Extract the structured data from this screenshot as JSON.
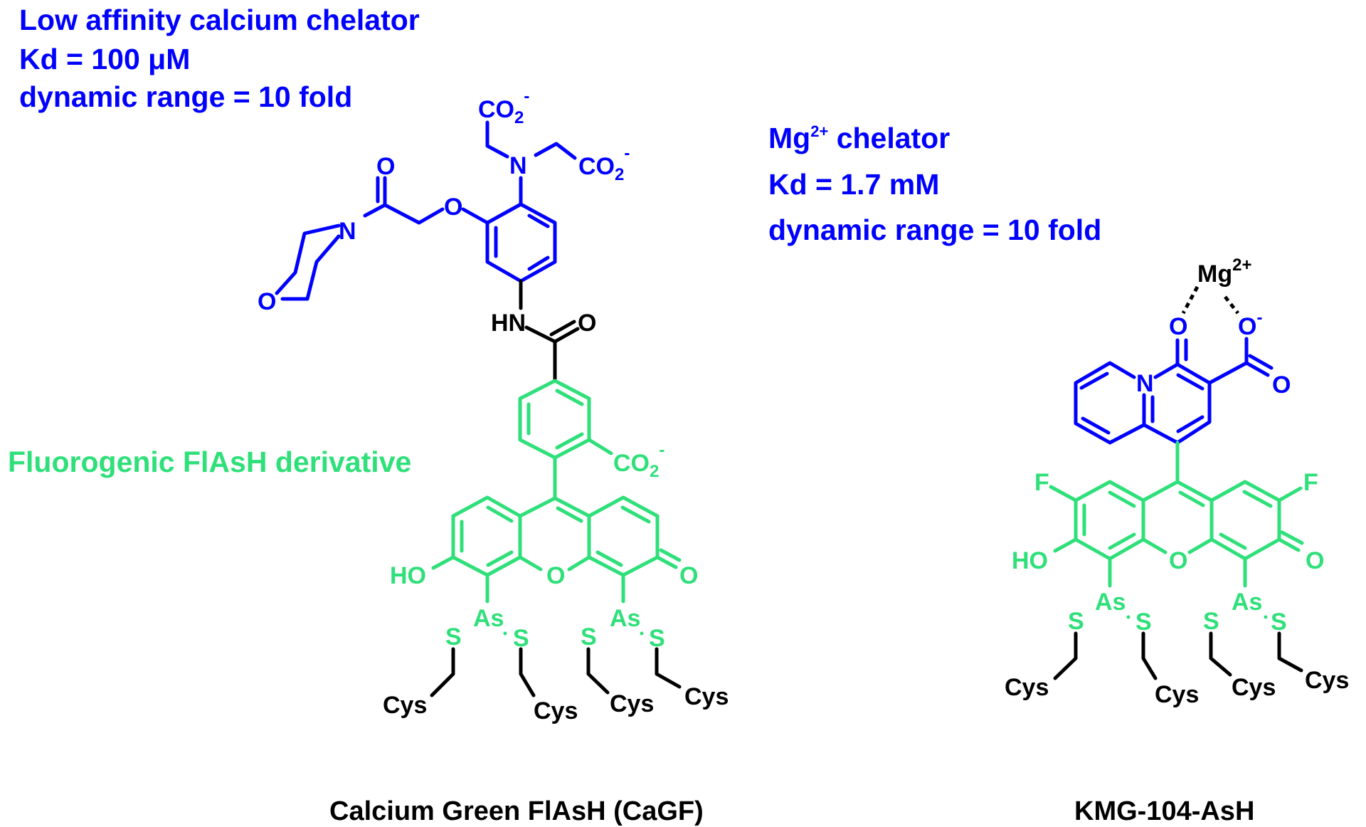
{
  "left_panel": {
    "annotation": {
      "line1": "Low affinity calcium chelator",
      "line2": "Kd = 100 μM",
      "line3": "dynamic range = 10 fold"
    },
    "fluorophore_label": "Fluorogenic FlAsH derivative",
    "caption": "Calcium Green FlAsH (CaGF)",
    "atoms": {
      "co2_top": "CO",
      "co2_right": "CO",
      "subscript": "2",
      "charge_minus": "-",
      "n_amine": "N",
      "o_ether": "O",
      "o_carbonyl": "O",
      "n_morpholine": "N",
      "o_morpholine": "O",
      "hn": "HN",
      "o_amide": "O",
      "co2_benzoate": "CO",
      "ho": "HO",
      "o_xanthene": "O",
      "o_keto": "O",
      "as": "As",
      "s": "S",
      "cys": "Cys"
    }
  },
  "right_panel": {
    "annotation": {
      "line1_main": "Mg",
      "line1_sup": "2+",
      "line1_rest": " chelator",
      "line2": "Kd = 1.7 mM",
      "line3": "dynamic range = 10 fold"
    },
    "caption": "KMG-104-AsH",
    "atoms": {
      "mg": "Mg",
      "mg_charge": "2+",
      "o_carbonyl": "O",
      "o_carboxylate": "O",
      "charge_minus": "-",
      "o_carboxyl": "O",
      "n_ring": "N",
      "f": "F",
      "ho": "HO",
      "o_xanthene": "O",
      "o_keto": "O",
      "as": "As",
      "s": "S",
      "cys": "Cys"
    }
  },
  "colors": {
    "chelator": "#0000ff",
    "fluorophore": "#2fe07a",
    "linker": "#000000"
  }
}
